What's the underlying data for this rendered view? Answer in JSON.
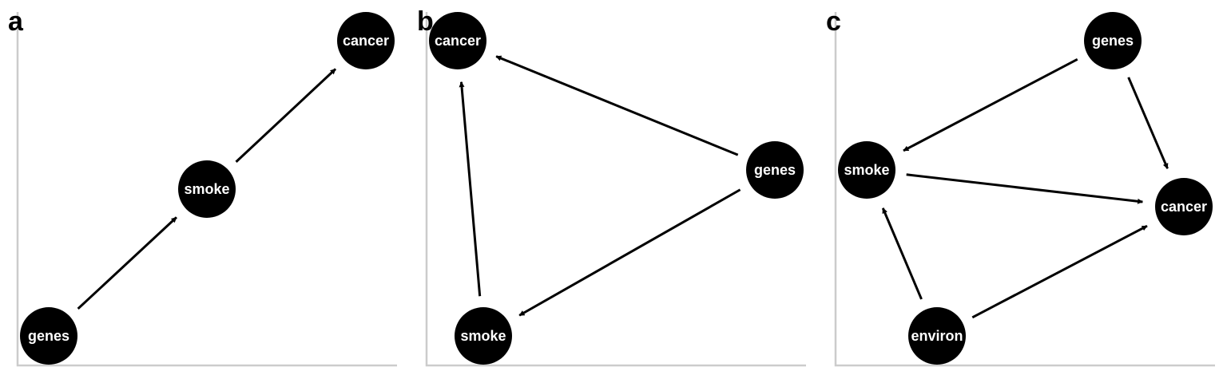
{
  "chart_data": {
    "type": "diagram",
    "panels": [
      {
        "label": "a",
        "nodes": [
          {
            "id": "genes",
            "label": "genes"
          },
          {
            "id": "smoke",
            "label": "smoke"
          },
          {
            "id": "cancer",
            "label": "cancer"
          }
        ],
        "edges": [
          {
            "from": "genes",
            "to": "smoke"
          },
          {
            "from": "smoke",
            "to": "cancer"
          }
        ]
      },
      {
        "label": "b",
        "nodes": [
          {
            "id": "cancer",
            "label": "cancer"
          },
          {
            "id": "genes",
            "label": "genes"
          },
          {
            "id": "smoke",
            "label": "smoke"
          }
        ],
        "edges": [
          {
            "from": "genes",
            "to": "cancer"
          },
          {
            "from": "genes",
            "to": "smoke"
          },
          {
            "from": "smoke",
            "to": "cancer"
          }
        ]
      },
      {
        "label": "c",
        "nodes": [
          {
            "id": "genes",
            "label": "genes"
          },
          {
            "id": "smoke",
            "label": "smoke"
          },
          {
            "id": "cancer",
            "label": "cancer"
          },
          {
            "id": "environ",
            "label": "environ"
          }
        ],
        "edges": [
          {
            "from": "genes",
            "to": "smoke"
          },
          {
            "from": "genes",
            "to": "cancer"
          },
          {
            "from": "smoke",
            "to": "cancer"
          },
          {
            "from": "environ",
            "to": "smoke"
          },
          {
            "from": "environ",
            "to": "cancer"
          }
        ]
      }
    ]
  }
}
